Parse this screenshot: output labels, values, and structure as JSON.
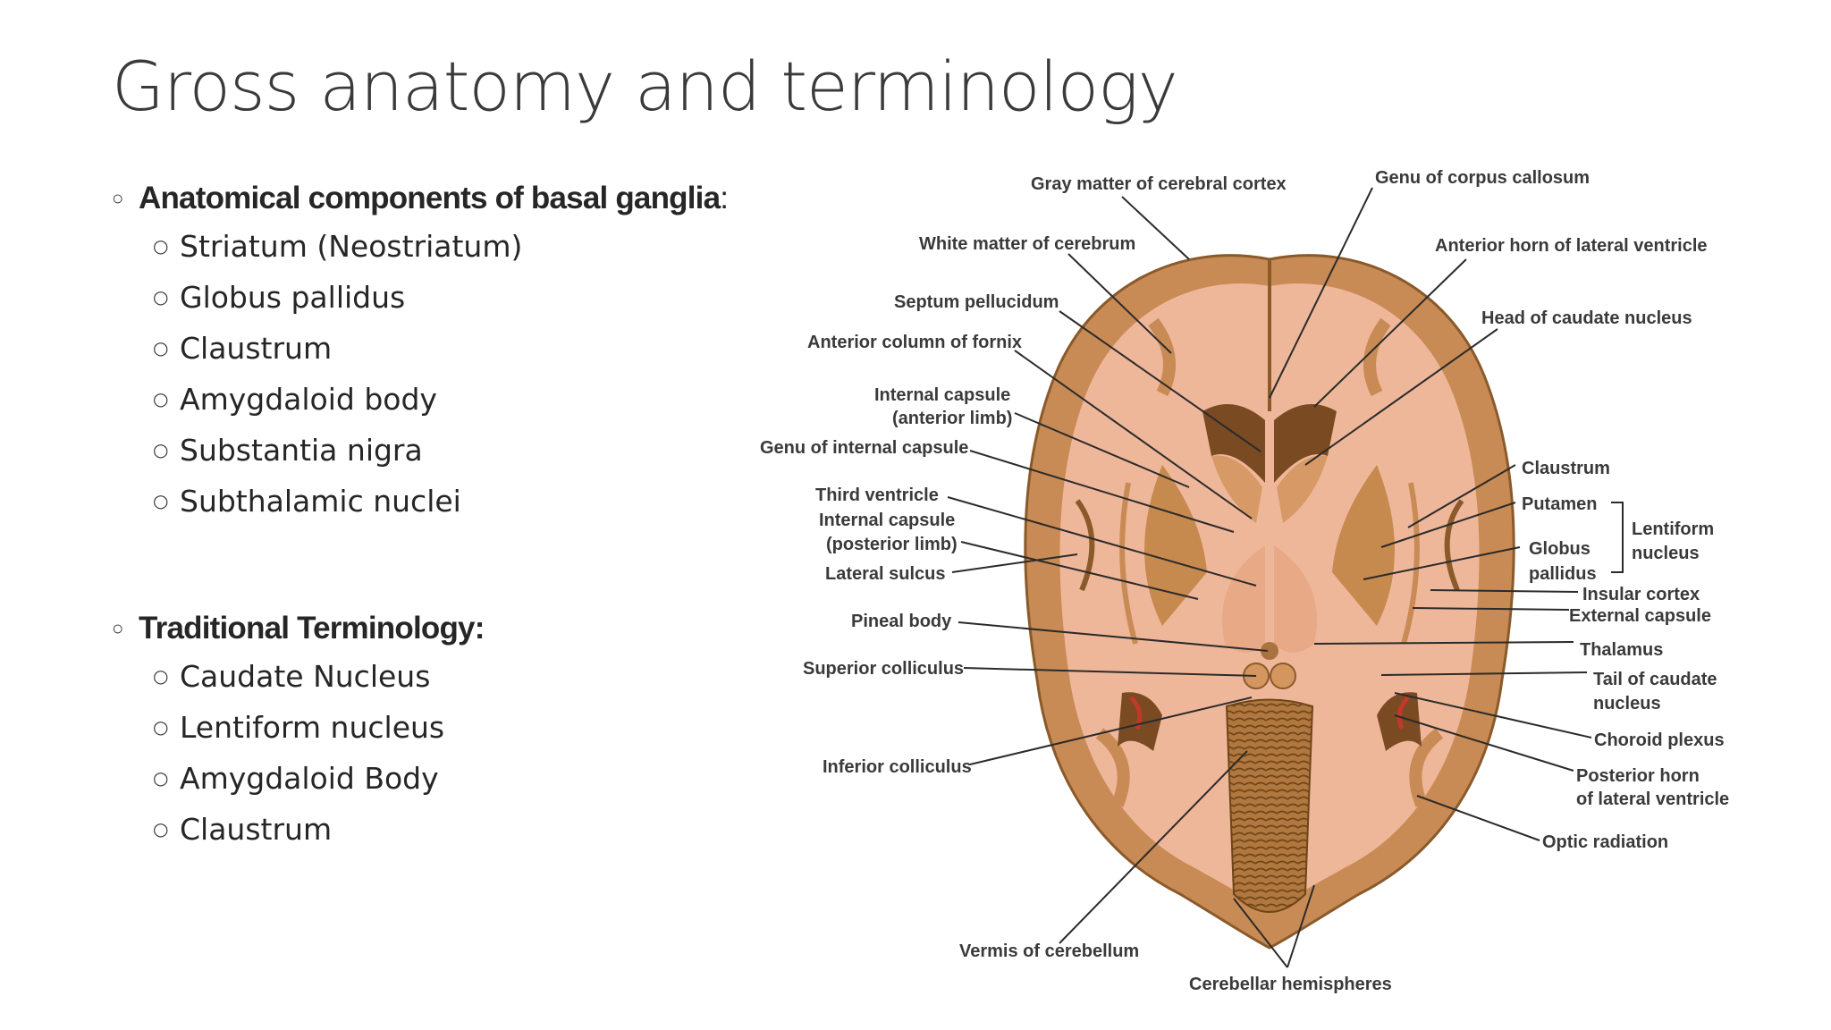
{
  "slide": {
    "title": "Gross anatomy and terminology"
  },
  "section1": {
    "heading": "Anatomical components of basal ganglia",
    "suffix": ":",
    "items": [
      "Striatum (Neostriatum)",
      "Globus pallidus",
      "Claustrum",
      "Amygdaloid body",
      "Substantia nigra",
      "Subthalamic nuclei"
    ]
  },
  "section2": {
    "heading": "Traditional Terminology:",
    "items": [
      "Caudate Nucleus",
      "Lentiform nucleus",
      "Amygdaloid Body",
      "Claustrum"
    ]
  },
  "figure": {
    "labels": {
      "gray_matter": "Gray matter of cerebral cortex",
      "genu_cc": "Genu of corpus callosum",
      "white_matter": "White matter of cerebrum",
      "anterior_horn": "Anterior horn of lateral ventricle",
      "septum": "Septum pellucidum",
      "head_caudate": "Head of caudate nucleus",
      "fornix": "Anterior column of fornix",
      "ic_ant_1": "Internal capsule",
      "ic_ant_2": "(anterior limb)",
      "genu_ic": "Genu of internal capsule",
      "third_ventricle": "Third ventricle",
      "ic_post_1": "Internal capsule",
      "ic_post_2": "(posterior limb)",
      "lateral_sulcus": "Lateral sulcus",
      "pineal": "Pineal body",
      "sup_colliculus": "Superior colliculus",
      "inf_colliculus": "Inferior colliculus",
      "vermis": "Vermis of cerebellum",
      "cereb_hemispheres": "Cerebellar hemispheres",
      "claustrum": "Claustrum",
      "putamen": "Putamen",
      "globus_1": "Globus",
      "globus_2": "pallidus",
      "lentiform_1": "Lentiform",
      "lentiform_2": "nucleus",
      "insular": "Insular cortex",
      "external_capsule": "External capsule",
      "thalamus": "Thalamus",
      "tail_caudate_1": "Tail of caudate",
      "tail_caudate_2": "nucleus",
      "choroid": "Choroid plexus",
      "post_horn_1": "Posterior horn",
      "post_horn_2": "of lateral ventricle",
      "optic": "Optic radiation"
    }
  }
}
